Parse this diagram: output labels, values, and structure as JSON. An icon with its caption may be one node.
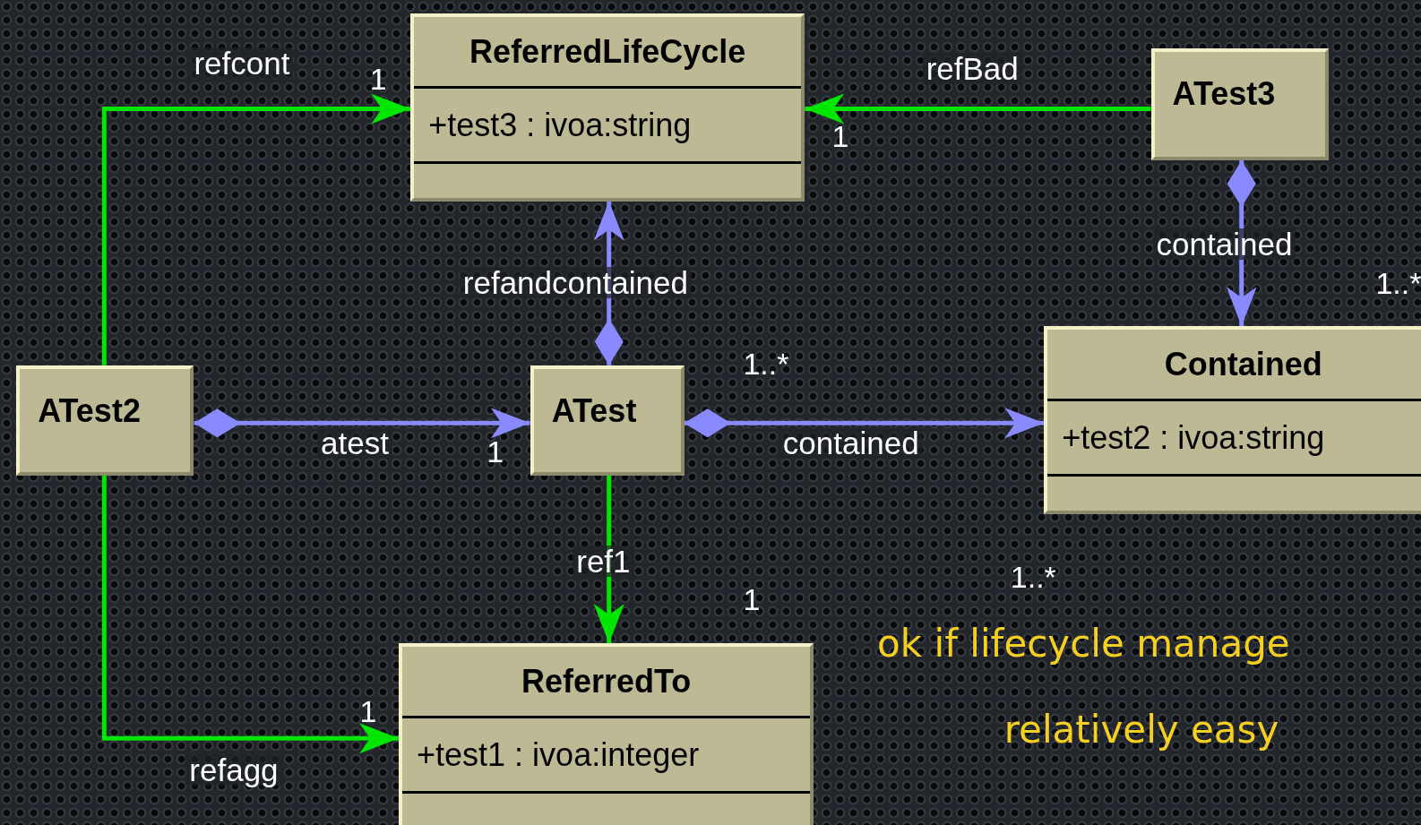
{
  "diagram": {
    "nodes": [
      {
        "text": [
          "ReferredLifeCycle",
          "+test3 : ivoa:string"
        ]
      },
      {
        "text": [
          "ATest3"
        ]
      },
      {
        "text": [
          "ATest2"
        ]
      },
      {
        "text": [
          "ATest"
        ]
      },
      {
        "text": [
          "Contained",
          "+test2 : ivoa:string"
        ]
      },
      {
        "text": [
          "ReferredTo",
          "+test1 : ivoa:integer"
        ]
      }
    ],
    "edges": [
      {
        "from": 2,
        "to": 0,
        "arrow": "to",
        "label": "refcont",
        "color": "#00e600"
      },
      {
        "from": 1,
        "to": 0,
        "arrow": "to",
        "label": "refBad",
        "color": "#00e600"
      },
      {
        "from": 1,
        "to": 4,
        "arrow": "to",
        "label": "contained",
        "color": "#8a8aff"
      },
      {
        "from": 3,
        "to": 0,
        "arrow": "to",
        "label": "refandcontained",
        "color": "#8a8aff"
      },
      {
        "from": 2,
        "to": 3,
        "arrow": "to",
        "label": "atest",
        "color": "#8a8aff"
      },
      {
        "from": 3,
        "to": 4,
        "arrow": "to",
        "label": "contained",
        "color": "#8a8aff"
      },
      {
        "from": 3,
        "to": 5,
        "arrow": "to",
        "label": "ref1",
        "color": "#00e600"
      },
      {
        "from": 2,
        "to": 5,
        "arrow": "to",
        "label": "refagg",
        "color": "#00e600"
      }
    ],
    "labels": [
      "1",
      "1",
      "1..*",
      "1..*",
      "1",
      "1..*",
      "1",
      "1",
      "ok if lifecycle manage",
      "relatively easy"
    ]
  }
}
